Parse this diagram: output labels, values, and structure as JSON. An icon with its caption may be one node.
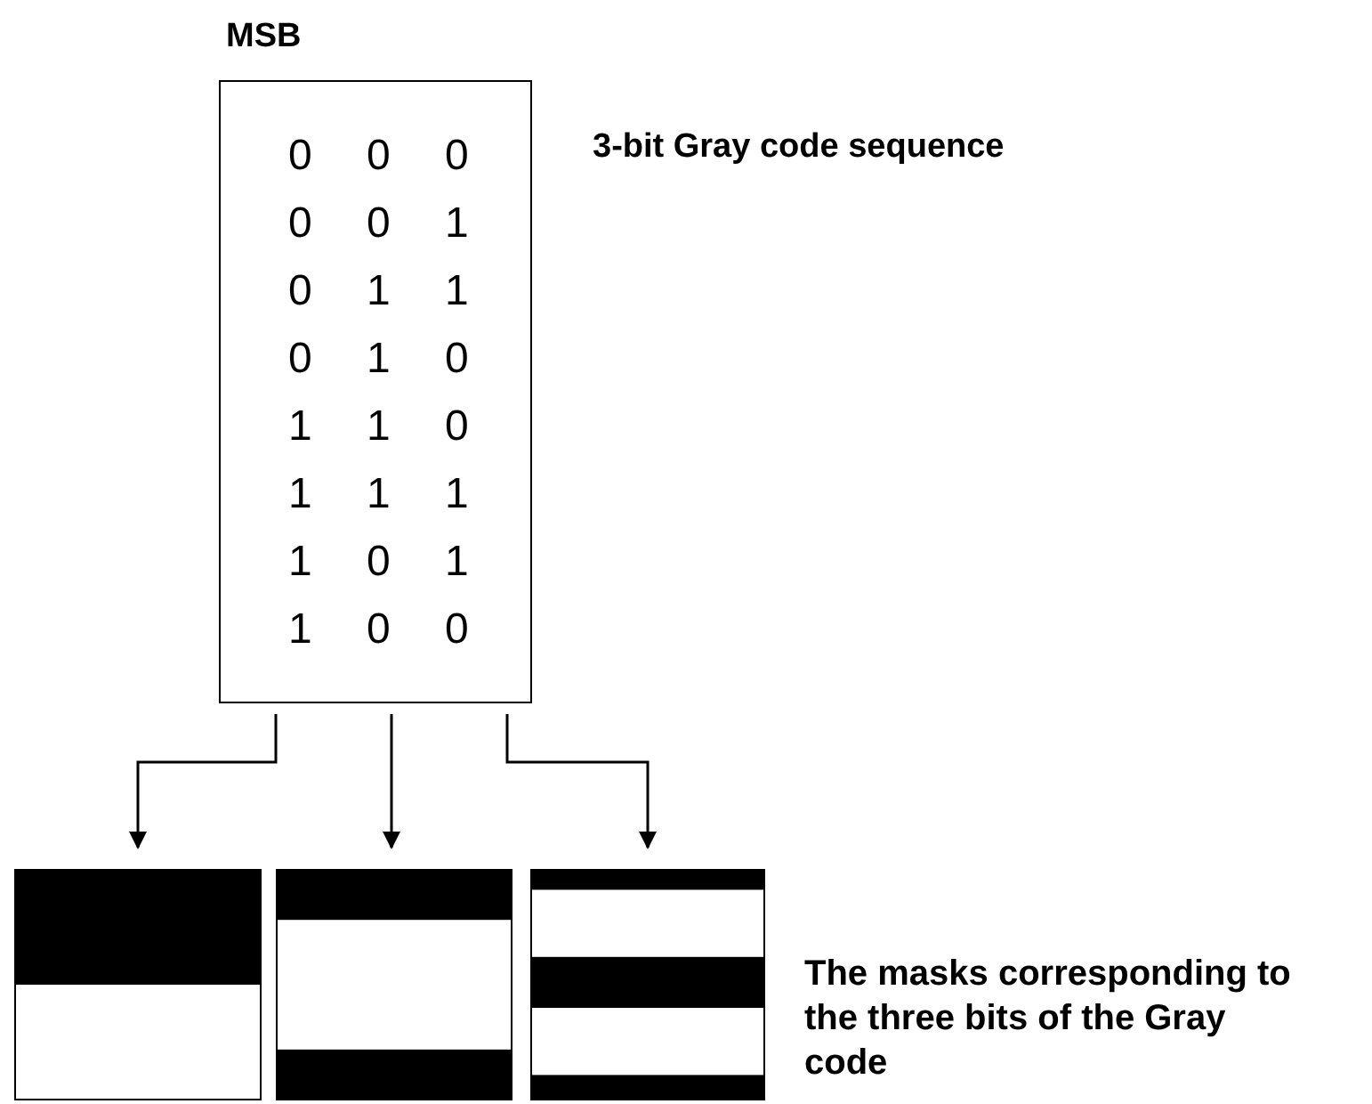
{
  "diagram": {
    "nodes": [
      {
        "text": [
          "MSB",
          "0 0 0",
          "0 0 1",
          "0 1 1",
          "0 1 0",
          "1 1 0",
          "1 1 1",
          "1 0 1",
          "1 0 0"
        ],
        "beside": [
          "3-bit Gray code sequence"
        ]
      },
      {
        "text": [],
        "shape": "picture"
      },
      {
        "text": [],
        "shape": "picture"
      },
      {
        "text": [],
        "shape": "picture"
      }
    ],
    "edges": [
      {
        "from": 0,
        "to": 1,
        "arrow": "to"
      },
      {
        "from": 0,
        "to": 2,
        "arrow": "to"
      },
      {
        "from": 0,
        "to": 3,
        "arrow": "to"
      }
    ],
    "labels": [
      "The masks corresponding to the three bits of the Gray code"
    ]
  }
}
